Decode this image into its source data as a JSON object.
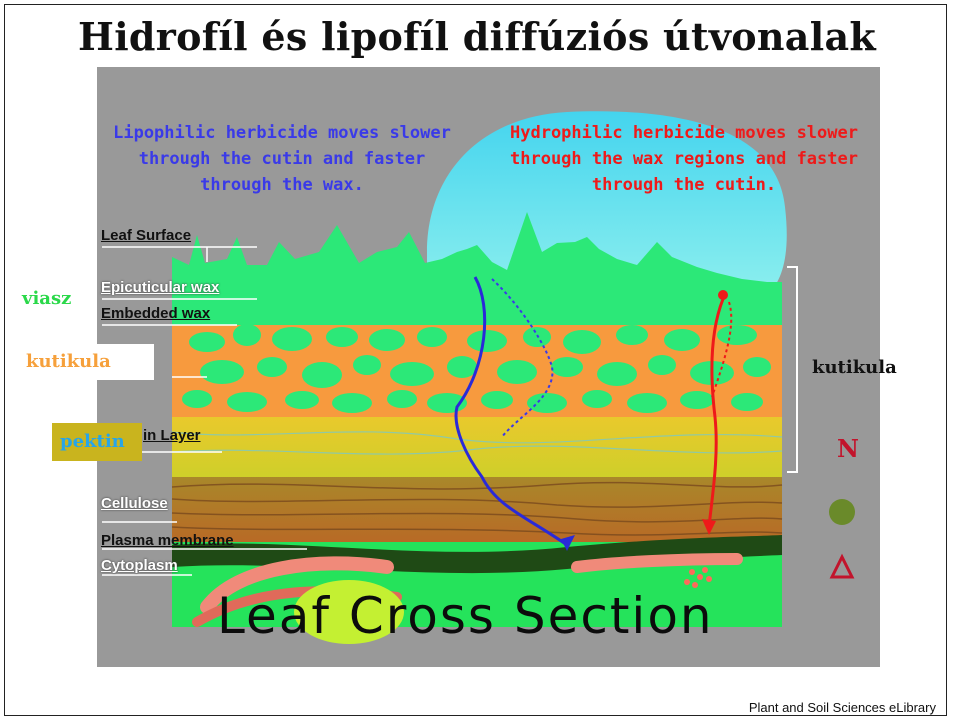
{
  "slide": {
    "title": "Hidrofíl és lipofíl diffúziós útvonalak",
    "footer": "Plant and Soil Sciences eLibrary"
  },
  "figure": {
    "lipophilic_text": [
      "Lipophilic herbicide moves slower",
      "through the cutin and faster",
      "through the wax."
    ],
    "hydrophilic_text": [
      "Hydrophilic herbicide moves slower",
      "through the wax regions and faster",
      "through the cutin."
    ],
    "layer_labels": [
      "Leaf Surface",
      "Epicuticular wax",
      "Embedded wax",
      "in Layer",
      "Cellulose",
      "Plasma membrane",
      "Cytoplasm"
    ],
    "caption": "Leaf Cross Section",
    "colors": {
      "lipophilic": "#3a3ae8",
      "hydrophilic": "#ee1a1a",
      "wax": "#2ce878",
      "cutin": "#f79a3e",
      "droplet": "#2fd8ee"
    }
  },
  "annotations": {
    "viasz": "viasz",
    "kutikula_left": "kutikula",
    "pektin": "pektin",
    "kutikula_right": "kutikula"
  }
}
